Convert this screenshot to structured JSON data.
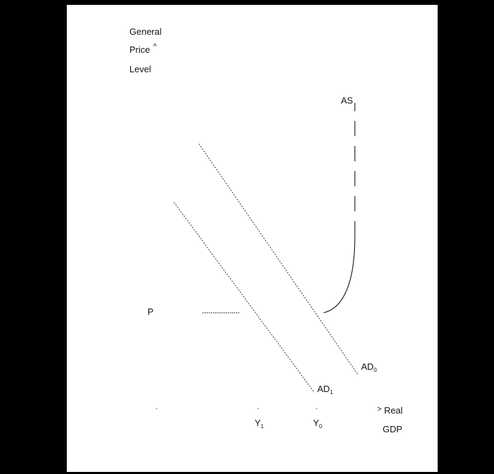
{
  "colors": {
    "frame": "#000000",
    "background": "#ffffff",
    "ink": "#111111"
  },
  "y_axis": {
    "line1": "General",
    "line2": "Price",
    "arrow": "^",
    "line3": "Level"
  },
  "x_axis": {
    "arrow": ">",
    "line1": "Real",
    "line2": "GDP"
  },
  "curves": {
    "as": {
      "label": "AS"
    },
    "ad0": {
      "label": "AD",
      "sub": "0"
    },
    "ad1": {
      "label": "AD",
      "sub": "1"
    }
  },
  "price": {
    "label": "P"
  },
  "outputs": {
    "y1": {
      "label": "Y",
      "sub": "1"
    },
    "y0": {
      "label": "Y",
      "sub": "0"
    }
  }
}
